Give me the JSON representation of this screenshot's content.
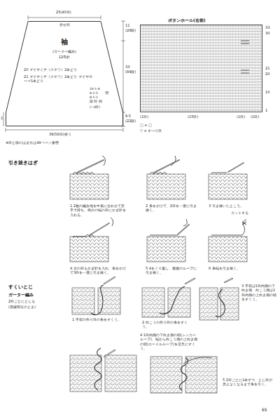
{
  "diagram": {
    "nodes": [
      {
        "text": [
          "伏せ目",
          "袖",
          "(ガーター編み)",
          "12号針",
          "20 ダイヤミナ《ステラ》2本どり",
          "21 ダイヤミナ《ステラ》2本どり ダイヤローマ1本どり"
        ]
      },
      {
        "text": [
          "ボタンホール(右前)"
        ]
      }
    ],
    "labels": [
      "25(40目)",
      "11",
      "(28段)",
      "33",
      "(84段)",
      "10-1-4",
      "6-1-5",
      "8-1-1",
      "段 目 回",
      "増",
      "(−3目)",
      "8.5",
      "(22段)",
      "1",
      "38(58目)拾う",
      "※目と段のはぎ方は49ページ参照",
      "33",
      "30",
      "21",
      "20",
      "10",
      "1",
      "(1目)",
      "(15目)",
      "(1目)",
      "(1目)",
      "□ = □",
      "▽ = すべり目",
      "引き抜きはぎ",
      "1 2枚の編み地を中表に合わせて左手で持ち、両方の端の目にかぎ針を入れる。",
      "2 糸をかけて、2目を一度に引き抜く。",
      "3 引き抜いたところ。",
      "カットする",
      "4 次の目もかぎ針を入れ、糸をかけて3目を一度に引き抜く。",
      "5 4をくり返し、最後のループに引き抜く。",
      "6 糸端を引き抜く。",
      "すくいとじ",
      "ガーター編み",
      "2目ごとにとじる",
      "(直線部分のとき)",
      "1 手前の作り目の糸をすくう。",
      "2 向こうの作り目の糸をすくう。",
      "3 手前は1目内側の下向き側、向こう側は1目内側の上向き側の頭をすくう。",
      "4 1目内側の下向き側の頭(シンカーループ)、端から向こう側の上向き側の頭(ニードルループ)を交互にすくう。",
      "5 2目ごとに1本ずつ、とじ目が見えなくなるまで糸を引く。",
      "65"
    ]
  }
}
